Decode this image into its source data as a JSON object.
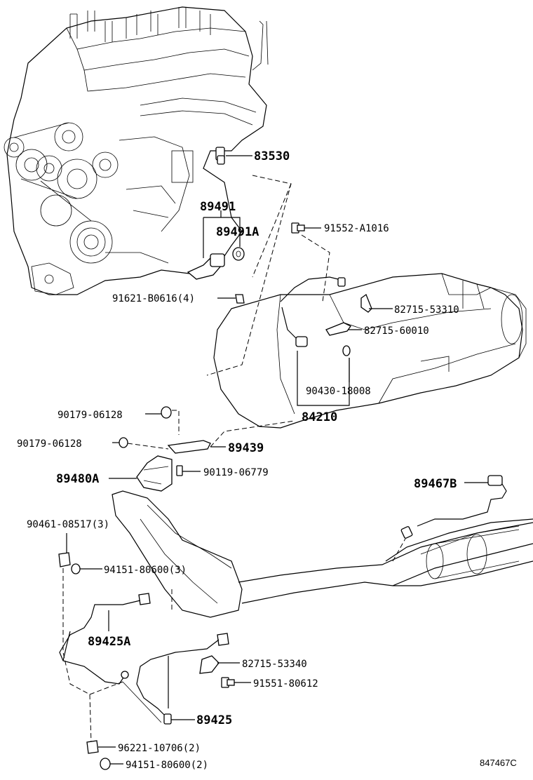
{
  "reference_code": "847467C",
  "labels": {
    "p83530": "83530",
    "p89491": "89491",
    "p89491A": "89491A",
    "p91552": "91552-A1016",
    "p91621": "91621-B0616(4)",
    "p82715_53310": "82715-53310",
    "p82715_60010": "82715-60010",
    "p90430": "90430-18008",
    "p84210": "84210",
    "p90179a": "90179-06128",
    "p90179b": "90179-06128",
    "p89439": "89439",
    "p89480A": "89480A",
    "p90119": "90119-06779",
    "p89467B": "89467B",
    "p90461": "90461-08517(3)",
    "p94151a": "94151-80600(3)",
    "p89425A": "89425A",
    "p82715_53340": "82715-53340",
    "p91551": "91551-80612",
    "p89425": "89425",
    "p96221": "96221-10706(2)",
    "p94151b": "94151-80600(2)"
  }
}
